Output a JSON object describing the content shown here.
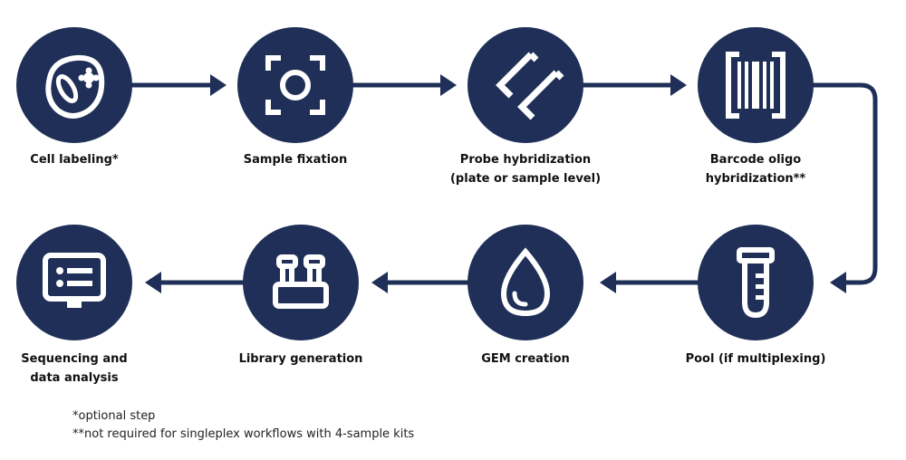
{
  "colors": {
    "node": "#1f2f57",
    "connector": "#1f2f57",
    "icon": "#ffffff"
  },
  "steps": [
    {
      "label": "Cell labeling*",
      "icon": "cell-icon"
    },
    {
      "label": "Sample fixation",
      "icon": "focus-target-icon"
    },
    {
      "label": "Probe hybridization",
      "label2": "(plate or sample level)",
      "icon": "probe-brackets-icon"
    },
    {
      "label": "Barcode oligo",
      "label2": "hybridization**",
      "icon": "barcode-icon"
    },
    {
      "label": "Pool (if multiplexing)",
      "icon": "test-tube-icon"
    },
    {
      "label": "GEM creation",
      "icon": "droplet-icon"
    },
    {
      "label": "Library generation",
      "icon": "tube-rack-icon"
    },
    {
      "label": "Sequencing and",
      "label2": "data analysis",
      "icon": "monitor-icon"
    }
  ],
  "footnotes": [
    "*optional step",
    "**not required for singleplex workflows with 4-sample kits"
  ]
}
